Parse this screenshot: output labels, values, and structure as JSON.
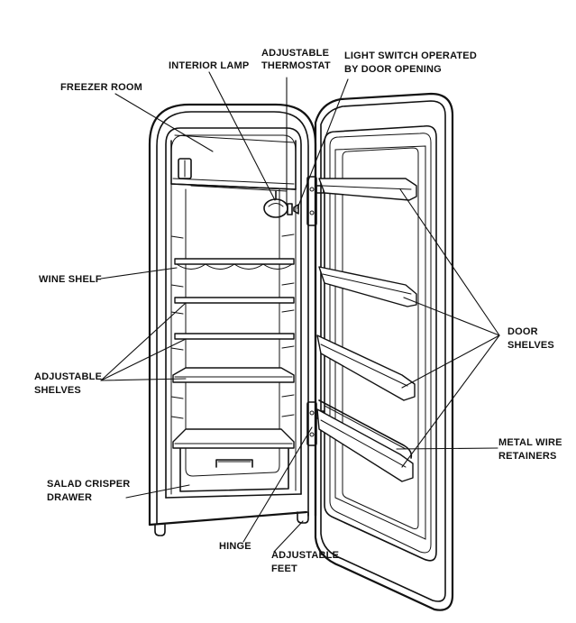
{
  "labels": {
    "freezer_room": "FREEZER ROOM",
    "interior_lamp": "INTERIOR LAMP",
    "adjustable_thermostat_1": "ADJUSTABLE",
    "adjustable_thermostat_2": "THERMOSTAT",
    "light_switch_1": "LIGHT SWITCH OPERATED",
    "light_switch_2": "BY DOOR OPENING",
    "wine_shelf": "WINE  SHELF",
    "adjustable_shelves_1": "ADJUSTABLE",
    "adjustable_shelves_2": "SHELVES",
    "door_shelves_1": "DOOR",
    "door_shelves_2": "SHELVES",
    "metal_wire_1": "METAL WIRE",
    "metal_wire_2": "RETAINERS",
    "salad_crisper_1": "SALAD CRISPER",
    "salad_crisper_2": "DRAWER",
    "hinge": "HINGE",
    "adjustable_feet_1": "ADJUSTABLE",
    "adjustable_feet_2": "FEET"
  }
}
